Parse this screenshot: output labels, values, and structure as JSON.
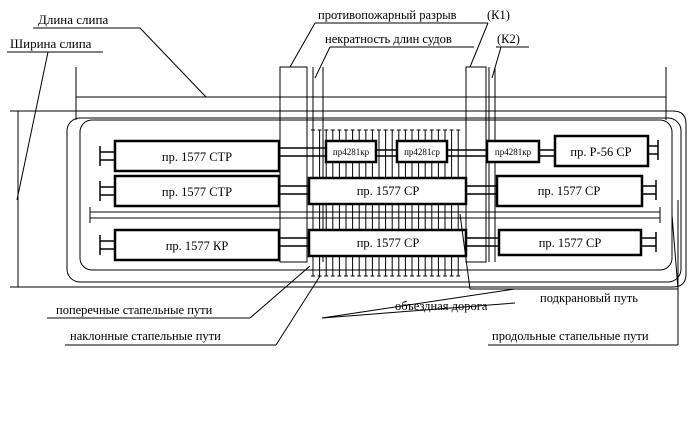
{
  "labels": {
    "slip_length": "Длина слипа",
    "slip_width": "Ширина слипа",
    "fire_break": "противопожарный разрыв",
    "k1": "(К1)",
    "length_mismatch": "некратность длин судов",
    "k2": "(К2)",
    "transverse_tracks": "поперечные стапельные пути",
    "inclined_tracks": "наклонные стапельные пути",
    "bypass_road": "объездная дорога",
    "crane_track": "подкрановый путь",
    "longitudinal_tracks": "продольные стапельные пути"
  },
  "ships": {
    "row1_left": "пр. 1577 СТР",
    "row1_k1": "пр4281кр",
    "row1_k2": "пр4281ср",
    "row1_k3": "пр4281кр",
    "row1_right": "пр. Р-56 СР",
    "row2_left": "пр. 1577 СТР",
    "row2_center": "пр. 1577 СР",
    "row2_right": "пр. 1577 СР",
    "row3_left": "пр. 1577 КР",
    "row3_center": "пр. 1577 СР",
    "row3_right": "пр. 1577 СР"
  }
}
